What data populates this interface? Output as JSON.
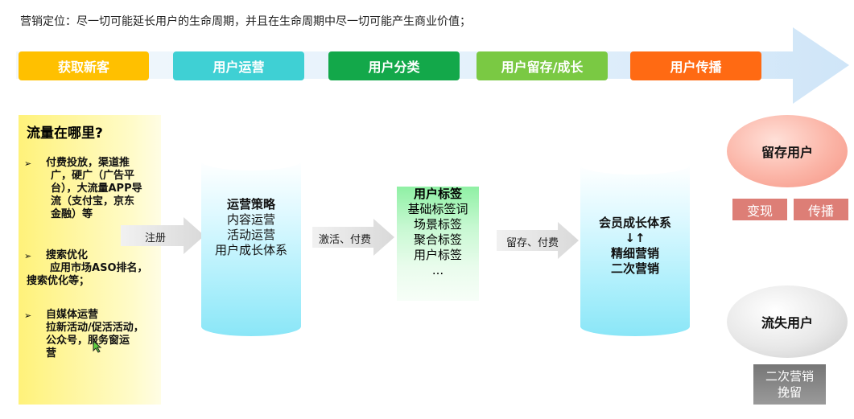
{
  "heading": "营销定位：尽一切可能延长用户的生命周期，并且在生命周期中尽一切可能产生商业价值；",
  "stages": [
    {
      "label": "获取新客",
      "color": "#ffc000"
    },
    {
      "label": "用户运营",
      "color": "#3fd0d4"
    },
    {
      "label": "用户分类",
      "color": "#13a84a"
    },
    {
      "label": "用户留存/成长",
      "color": "#7ac943"
    },
    {
      "label": "用户传播",
      "color": "#ff6a13"
    }
  ],
  "left_panel": {
    "title": "流量在哪里?",
    "bullets": [
      {
        "lines": [
          "付费投放，渠道推",
          "广，硬广（广告平",
          "台），大流量APP导",
          "流（支付宝，京东",
          "金融）等"
        ]
      },
      {
        "lines": [
          "搜索优化",
          "  应用市场ASO排名，",
          "搜索优化等；"
        ]
      },
      {
        "lines": [
          "自媒体运营",
          "拉新活动/促活活动，",
          "公众号，服务窗运",
          "营"
        ]
      }
    ],
    "bullet_mark": "➢"
  },
  "flows": {
    "register": "注册",
    "activate": "激活、付费",
    "retain_pay": "留存、付费"
  },
  "cylinder_ops": {
    "title": "运营策略",
    "lines": [
      "内容运营",
      "活动运营",
      "用户成长体系"
    ]
  },
  "tags": {
    "title": "用户标签",
    "lines": [
      "基础标签词",
      "场景标签",
      "聚合标签",
      "用户标签",
      "..."
    ]
  },
  "cylinder_member": {
    "line1": "会员成长体系",
    "arrows": "↓↑",
    "line2": "精细营销",
    "line3": "二次营销"
  },
  "right": {
    "retained": "留存用户",
    "monetize": "变现",
    "spread": "传播",
    "churned": "流失用户",
    "recall_line1": "二次营销",
    "recall_line2": "挽留"
  }
}
